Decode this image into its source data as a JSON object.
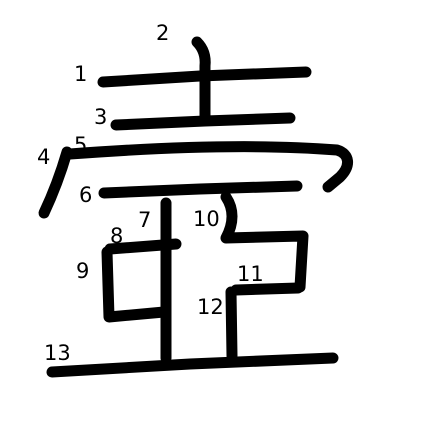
{
  "character": "壺",
  "stroke_color": "#000000",
  "background_color": "#ffffff",
  "stroke_count": 13,
  "stroke_numbers": [
    "1",
    "2",
    "3",
    "4",
    "5",
    "6",
    "7",
    "8",
    "9",
    "10",
    "11",
    "12",
    "13"
  ]
}
